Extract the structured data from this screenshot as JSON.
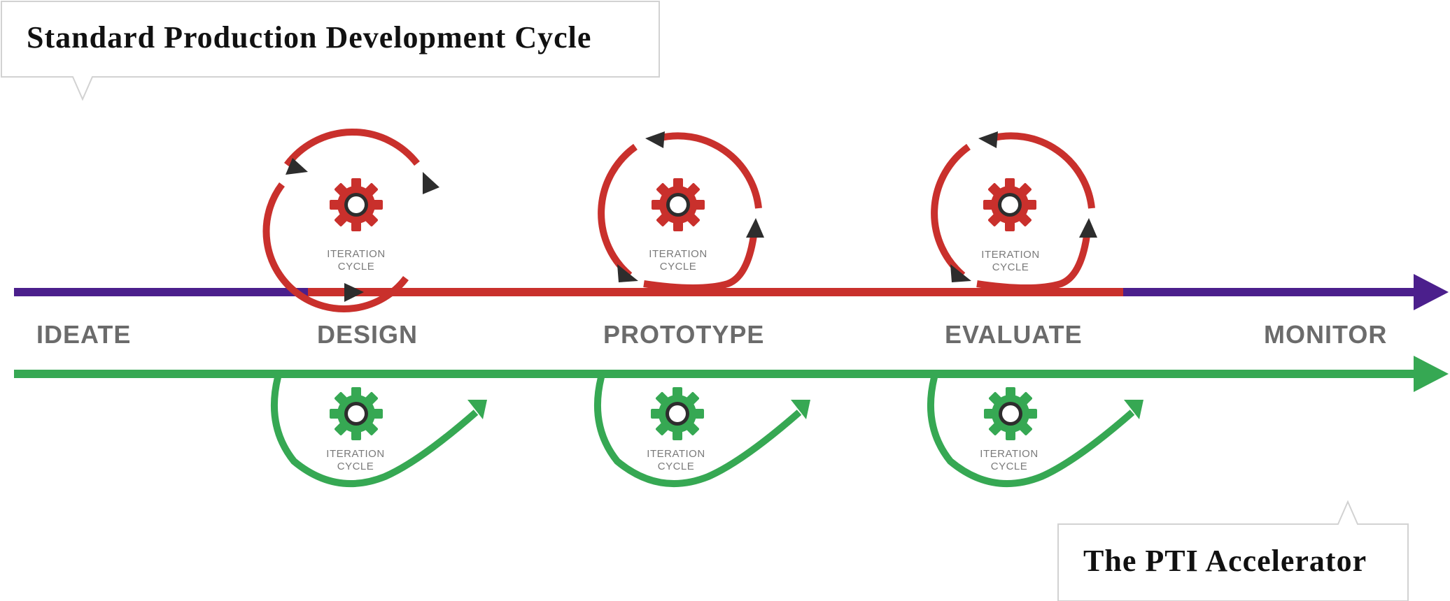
{
  "callouts": {
    "standard": "Standard Production Development Cycle",
    "accelerator": "The PTI Accelerator"
  },
  "stages": [
    "IDEATE",
    "DESIGN",
    "PROTOTYPE",
    "EVALUATE",
    "MONITOR"
  ],
  "iteration_label": [
    "ITERATION",
    "CYCLE"
  ],
  "colors": {
    "standard_line": "#4b1f8c",
    "standard_cycle": "#c9302c",
    "accelerator": "#36a853",
    "arrowhead": "#2d2d2d",
    "stage_text": "#6b6b6b"
  },
  "icons": [
    "gear-icon",
    "circular-arrow-icon",
    "arrow-right-icon"
  ]
}
